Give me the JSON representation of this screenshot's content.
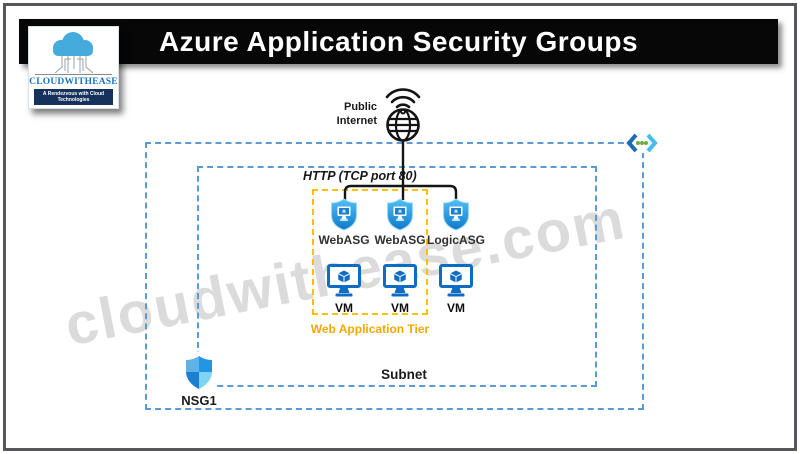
{
  "header": {
    "title": "Azure Application Security Groups"
  },
  "logo": {
    "name": "CLOUDWITHEASE",
    "tagline": "A Rendezvous with Cloud Technologies"
  },
  "watermark": {
    "text": "cloudwithease.com"
  },
  "diagram": {
    "internet": {
      "label": "Public Internet",
      "icon": "wifi-globe-icon"
    },
    "http_label": "HTTP (TCP port 80)",
    "vnet": {
      "icon": "virtual-network-icon",
      "border_color": "#5B9BD5"
    },
    "subnet": {
      "label": "Subnet"
    },
    "nsg": {
      "label": "NSG1",
      "icon": "nsg-shield-icon"
    },
    "tier": {
      "label": "Web Application Tier",
      "border_color": "#FFC000",
      "text_color": "#F2A900"
    },
    "columns": [
      {
        "asg_label": "WebASG",
        "vm_label": "VM",
        "asg_icon": "asg-shield-icon",
        "vm_icon": "vm-icon",
        "in_tier": true
      },
      {
        "asg_label": "WebASG",
        "vm_label": "VM",
        "asg_icon": "asg-shield-icon",
        "vm_icon": "vm-icon",
        "in_tier": true
      },
      {
        "asg_label": "LogicASG",
        "vm_label": "VM",
        "asg_icon": "asg-shield-icon",
        "vm_icon": "vm-icon",
        "in_tier": false
      }
    ],
    "colors": {
      "azure_blue": "#0E6CC4",
      "dash_blue": "#5B9BD5",
      "gold": "#FFC000",
      "green_dots": "#6CAE44",
      "watermark_gray": "#DBDBDB",
      "banner_bg": "#070707"
    }
  }
}
